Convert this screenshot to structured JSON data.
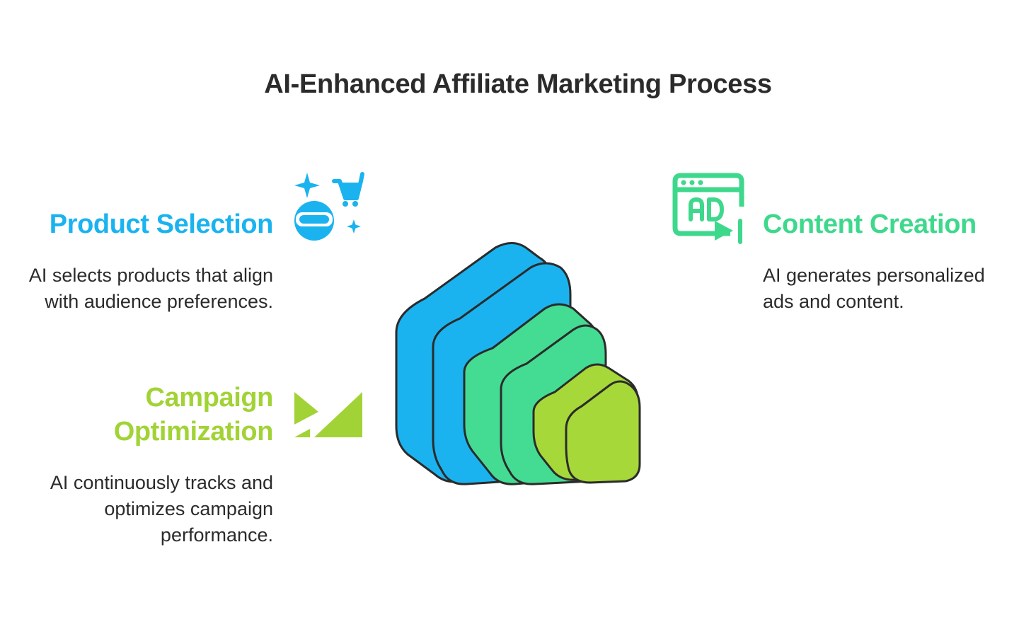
{
  "title": "AI-Enhanced Affiliate Marketing Process",
  "steps": [
    {
      "heading": "Product Selection",
      "description": "AI selects products that align with audience preferences.",
      "icon": "shopping-cart-sparkle-icon",
      "color": "#1ab3f0"
    },
    {
      "heading": "Campaign Optimization",
      "description": "AI continuously tracks and optimizes campaign performance.",
      "icon": "envelope-icon",
      "color": "#a2d336"
    },
    {
      "heading": "Content Creation",
      "description": "AI generates personalized ads and content.",
      "icon": "ad-video-window-icon",
      "color": "#3ed88c"
    }
  ],
  "colors": {
    "blue": "#1ab3f0",
    "teal": "#3ed88c",
    "lime": "#a2d336",
    "outline": "#2b2b2b",
    "text": "#2b2b2b"
  }
}
